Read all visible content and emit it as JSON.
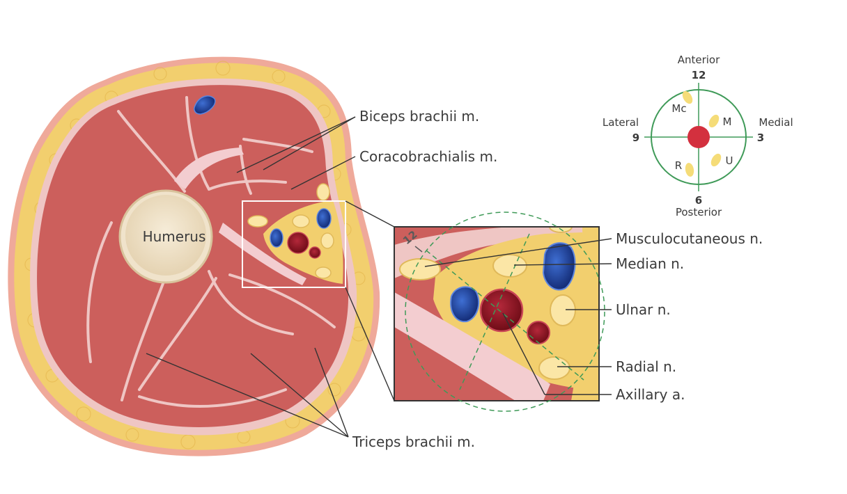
{
  "labels": {
    "humerus": "Humerus",
    "biceps": "Biceps brachii m.",
    "coracobrachialis": "Coracobrachialis m.",
    "triceps": "Triceps brachii m.",
    "musculocutaneous": "Musculocutaneous n.",
    "median": "Median n.",
    "ulnar": "Ulnar n.",
    "radial": "Radial n.",
    "axillary": "Axillary a."
  },
  "clock": {
    "anterior": "Anterior",
    "posterior": "Posterior",
    "lateral": "Lateral",
    "medial": "Medial",
    "n12": "12",
    "n3": "3",
    "n6": "6",
    "n9": "9",
    "mc": "Mc",
    "m": "M",
    "r": "R",
    "u": "U"
  },
  "zoom_marker": "12",
  "colors": {
    "fat": "#f2cf6e",
    "skin": "#efa99a",
    "muscle": "#cc5f5c",
    "fascia": "#efc6c4",
    "bone": "#efe3cc",
    "nerve": "#fbe6a6",
    "vein": "#1e3f96",
    "artery": "#8e1220",
    "clock_ring": "#3f9a58"
  }
}
